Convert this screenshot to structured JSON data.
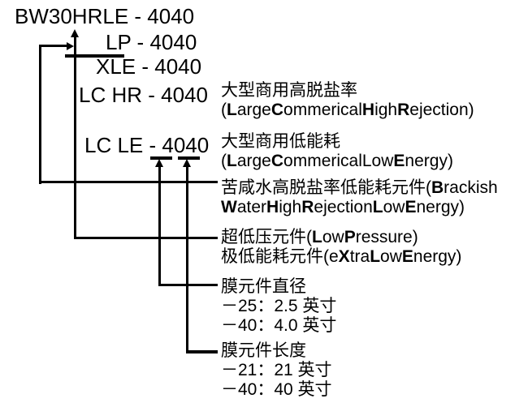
{
  "colors": {
    "background": "#ffffff",
    "text": "#000000",
    "line": "#000000"
  },
  "models": {
    "bw30hrle": "BW30HRLE - 4040",
    "lp": "LP - 4040",
    "xle": "XLE - 4040",
    "lc_hr": "LC HR - 4040",
    "lc_le": "LC LE - 4040"
  },
  "annotations": {
    "lc_hr": {
      "line1": "大型商用高脱盐率",
      "line2": [
        {
          "t": "("
        },
        {
          "t": "L",
          "b": true
        },
        {
          "t": "arge"
        },
        {
          "t": "C",
          "b": true
        },
        {
          "t": "ommerical"
        },
        {
          "t": "H",
          "b": true
        },
        {
          "t": "igh"
        },
        {
          "t": "R",
          "b": true
        },
        {
          "t": "ejection)"
        }
      ]
    },
    "lc_le": {
      "line1": "大型商用低能耗",
      "line2": [
        {
          "t": "("
        },
        {
          "t": "L",
          "b": true
        },
        {
          "t": "arge"
        },
        {
          "t": "C",
          "b": true
        },
        {
          "t": "ommericalLow"
        },
        {
          "t": "E",
          "b": true
        },
        {
          "t": "nergy)"
        }
      ]
    },
    "bw": {
      "line1": [
        {
          "t": "苦咸水高脱盐率低能耗元件("
        },
        {
          "t": "B",
          "b": true
        },
        {
          "t": "rackish"
        }
      ],
      "line2": [
        {
          "t": "W",
          "b": true
        },
        {
          "t": "ater"
        },
        {
          "t": "H",
          "b": true
        },
        {
          "t": "igh"
        },
        {
          "t": "R",
          "b": true
        },
        {
          "t": "ejection"
        },
        {
          "t": "L",
          "b": true
        },
        {
          "t": "ow"
        },
        {
          "t": "E",
          "b": true
        },
        {
          "t": "nergy)"
        }
      ]
    },
    "lp_xle": {
      "line1": [
        {
          "t": "超低压元件("
        },
        {
          "t": "L",
          "b": true
        },
        {
          "t": "ow"
        },
        {
          "t": "P",
          "b": true
        },
        {
          "t": "ressure)"
        }
      ],
      "line2": [
        {
          "t": "极低能耗元件(e"
        },
        {
          "t": "X",
          "b": true
        },
        {
          "t": "tra"
        },
        {
          "t": "L",
          "b": true
        },
        {
          "t": "ow"
        },
        {
          "t": "E",
          "b": true
        },
        {
          "t": "nergy)"
        }
      ]
    },
    "diameter": {
      "title": "膜元件直径",
      "items": [
        "－25：2.5 英寸",
        "－40：4.0 英寸"
      ]
    },
    "length": {
      "title": "膜元件长度",
      "items": [
        "－21：21 英寸",
        "－40：40 英寸"
      ]
    }
  }
}
